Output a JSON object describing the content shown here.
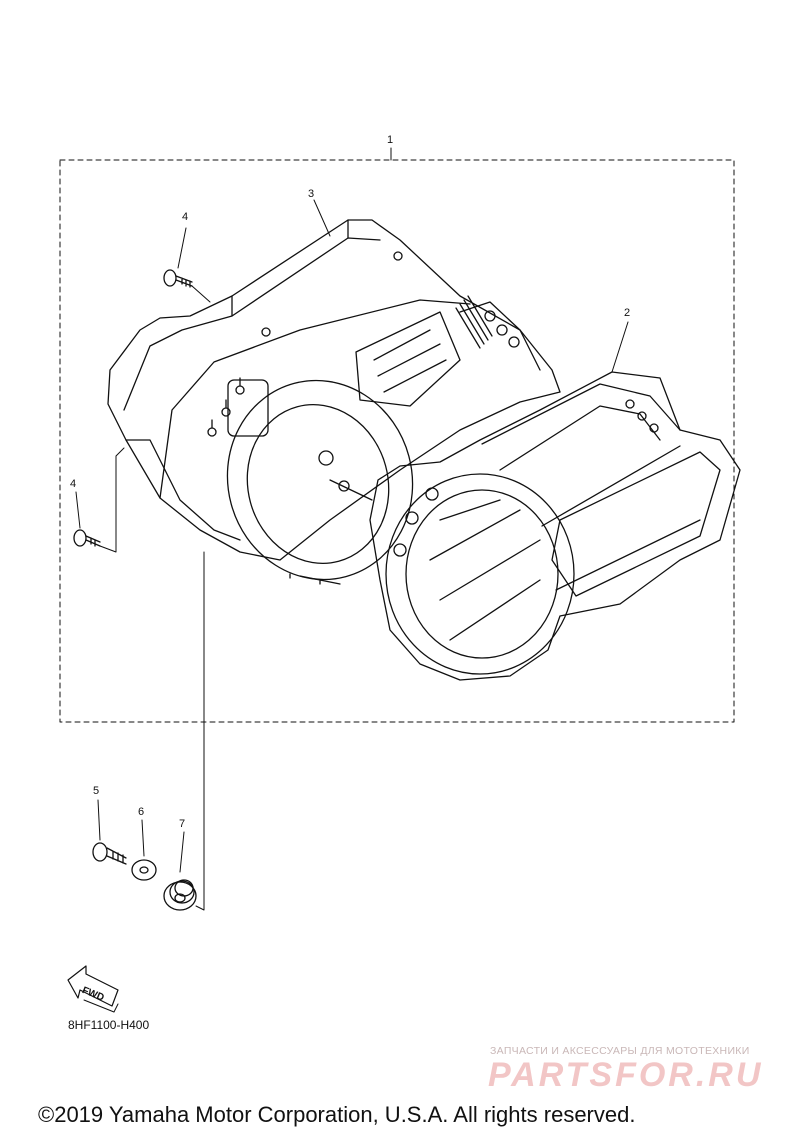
{
  "callouts": [
    {
      "id": "1",
      "label": "1"
    },
    {
      "id": "2",
      "label": "2"
    },
    {
      "id": "3",
      "label": "3"
    },
    {
      "id": "4a",
      "label": "4"
    },
    {
      "id": "4b",
      "label": "4"
    },
    {
      "id": "5",
      "label": "5"
    },
    {
      "id": "6",
      "label": "6"
    },
    {
      "id": "7",
      "label": "7"
    }
  ],
  "fwd_label": "FWD",
  "part_code": "8HF1100-H400",
  "watermark": {
    "tagline": "ЗАПЧАСТИ И АКСЕССУАРЫ ДЛЯ МОТОТЕХНИКИ",
    "logo": "PARTSFOR.RU"
  },
  "copyright": "©2019 Yamaha Motor Corporation, U.S.A. All rights reserved."
}
